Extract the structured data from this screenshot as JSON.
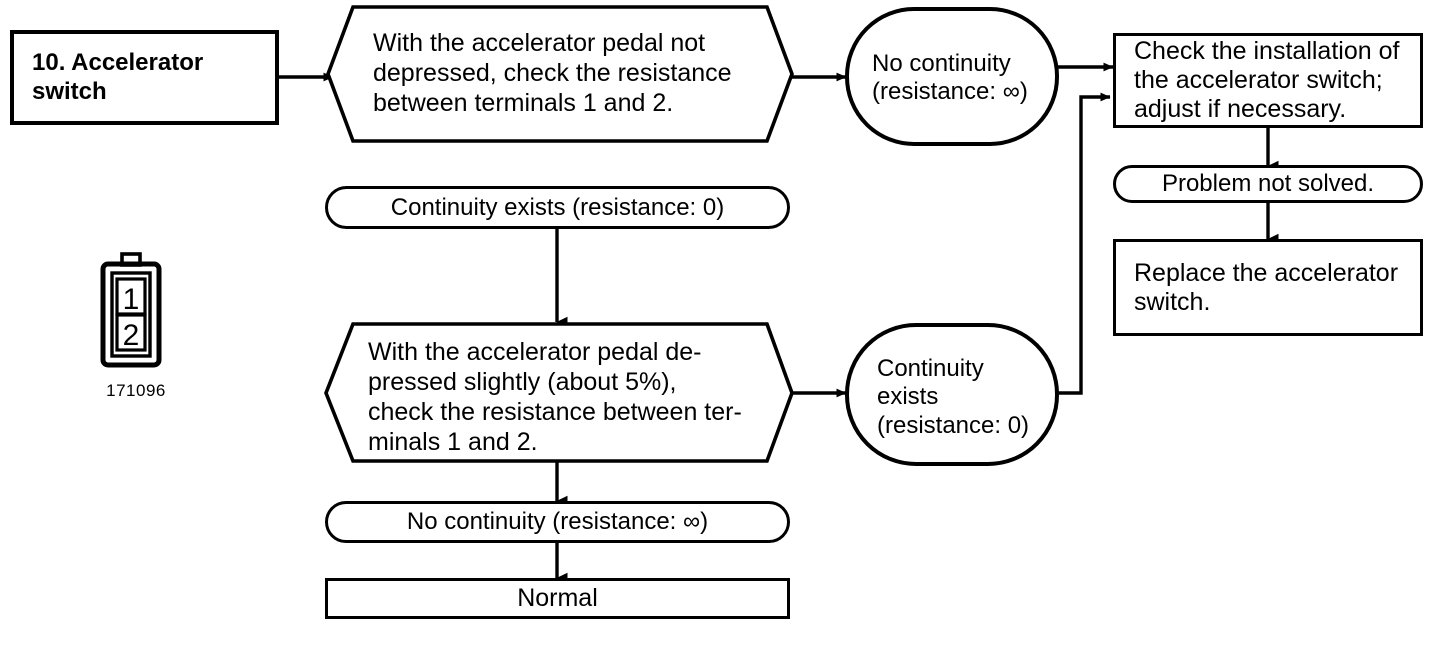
{
  "diagram": {
    "title_block": {
      "label": "10. Accelerator\nswitch"
    },
    "connector": {
      "pin_top": "1",
      "pin_bottom": "2",
      "part_number": "171096",
      "icon_name": "two-pin-connector-icon"
    },
    "steps": [
      {
        "id": "check-1",
        "shape": "hexagon",
        "text": "With the accelerator pedal not\ndepressed, check the resistance\nbetween terminals 1 and 2."
      },
      {
        "id": "check-2",
        "shape": "hexagon",
        "text": "With the accelerator pedal de-\npressed slightly (about 5%),\ncheck the resistance between ter-\nminals 1 and 2."
      }
    ],
    "results": [
      {
        "id": "no-continuity-1",
        "shape": "ellipse",
        "text": "No continuity\n(resistance: ∞)"
      },
      {
        "id": "continuity-exists-1",
        "shape": "stadium",
        "text": "Continuity exists (resistance: 0)"
      },
      {
        "id": "continuity-exists-2",
        "shape": "ellipse",
        "text": "Continuity\nexists\n(resistance: 0)"
      },
      {
        "id": "no-continuity-2",
        "shape": "stadium",
        "text": "No continuity (resistance:  ∞)"
      }
    ],
    "actions": [
      {
        "id": "check-installation",
        "shape": "rect",
        "text": "Check the installation of\nthe accelerator switch;\nadjust if necessary."
      },
      {
        "id": "problem-not-solved",
        "shape": "stadium",
        "text": "Problem not solved."
      },
      {
        "id": "replace-switch",
        "shape": "rect",
        "text": "Replace the accelerator\nswitch."
      },
      {
        "id": "normal",
        "shape": "rect",
        "text": "Normal"
      }
    ],
    "colors": {
      "stroke": "#000000",
      "background": "#ffffff"
    }
  }
}
